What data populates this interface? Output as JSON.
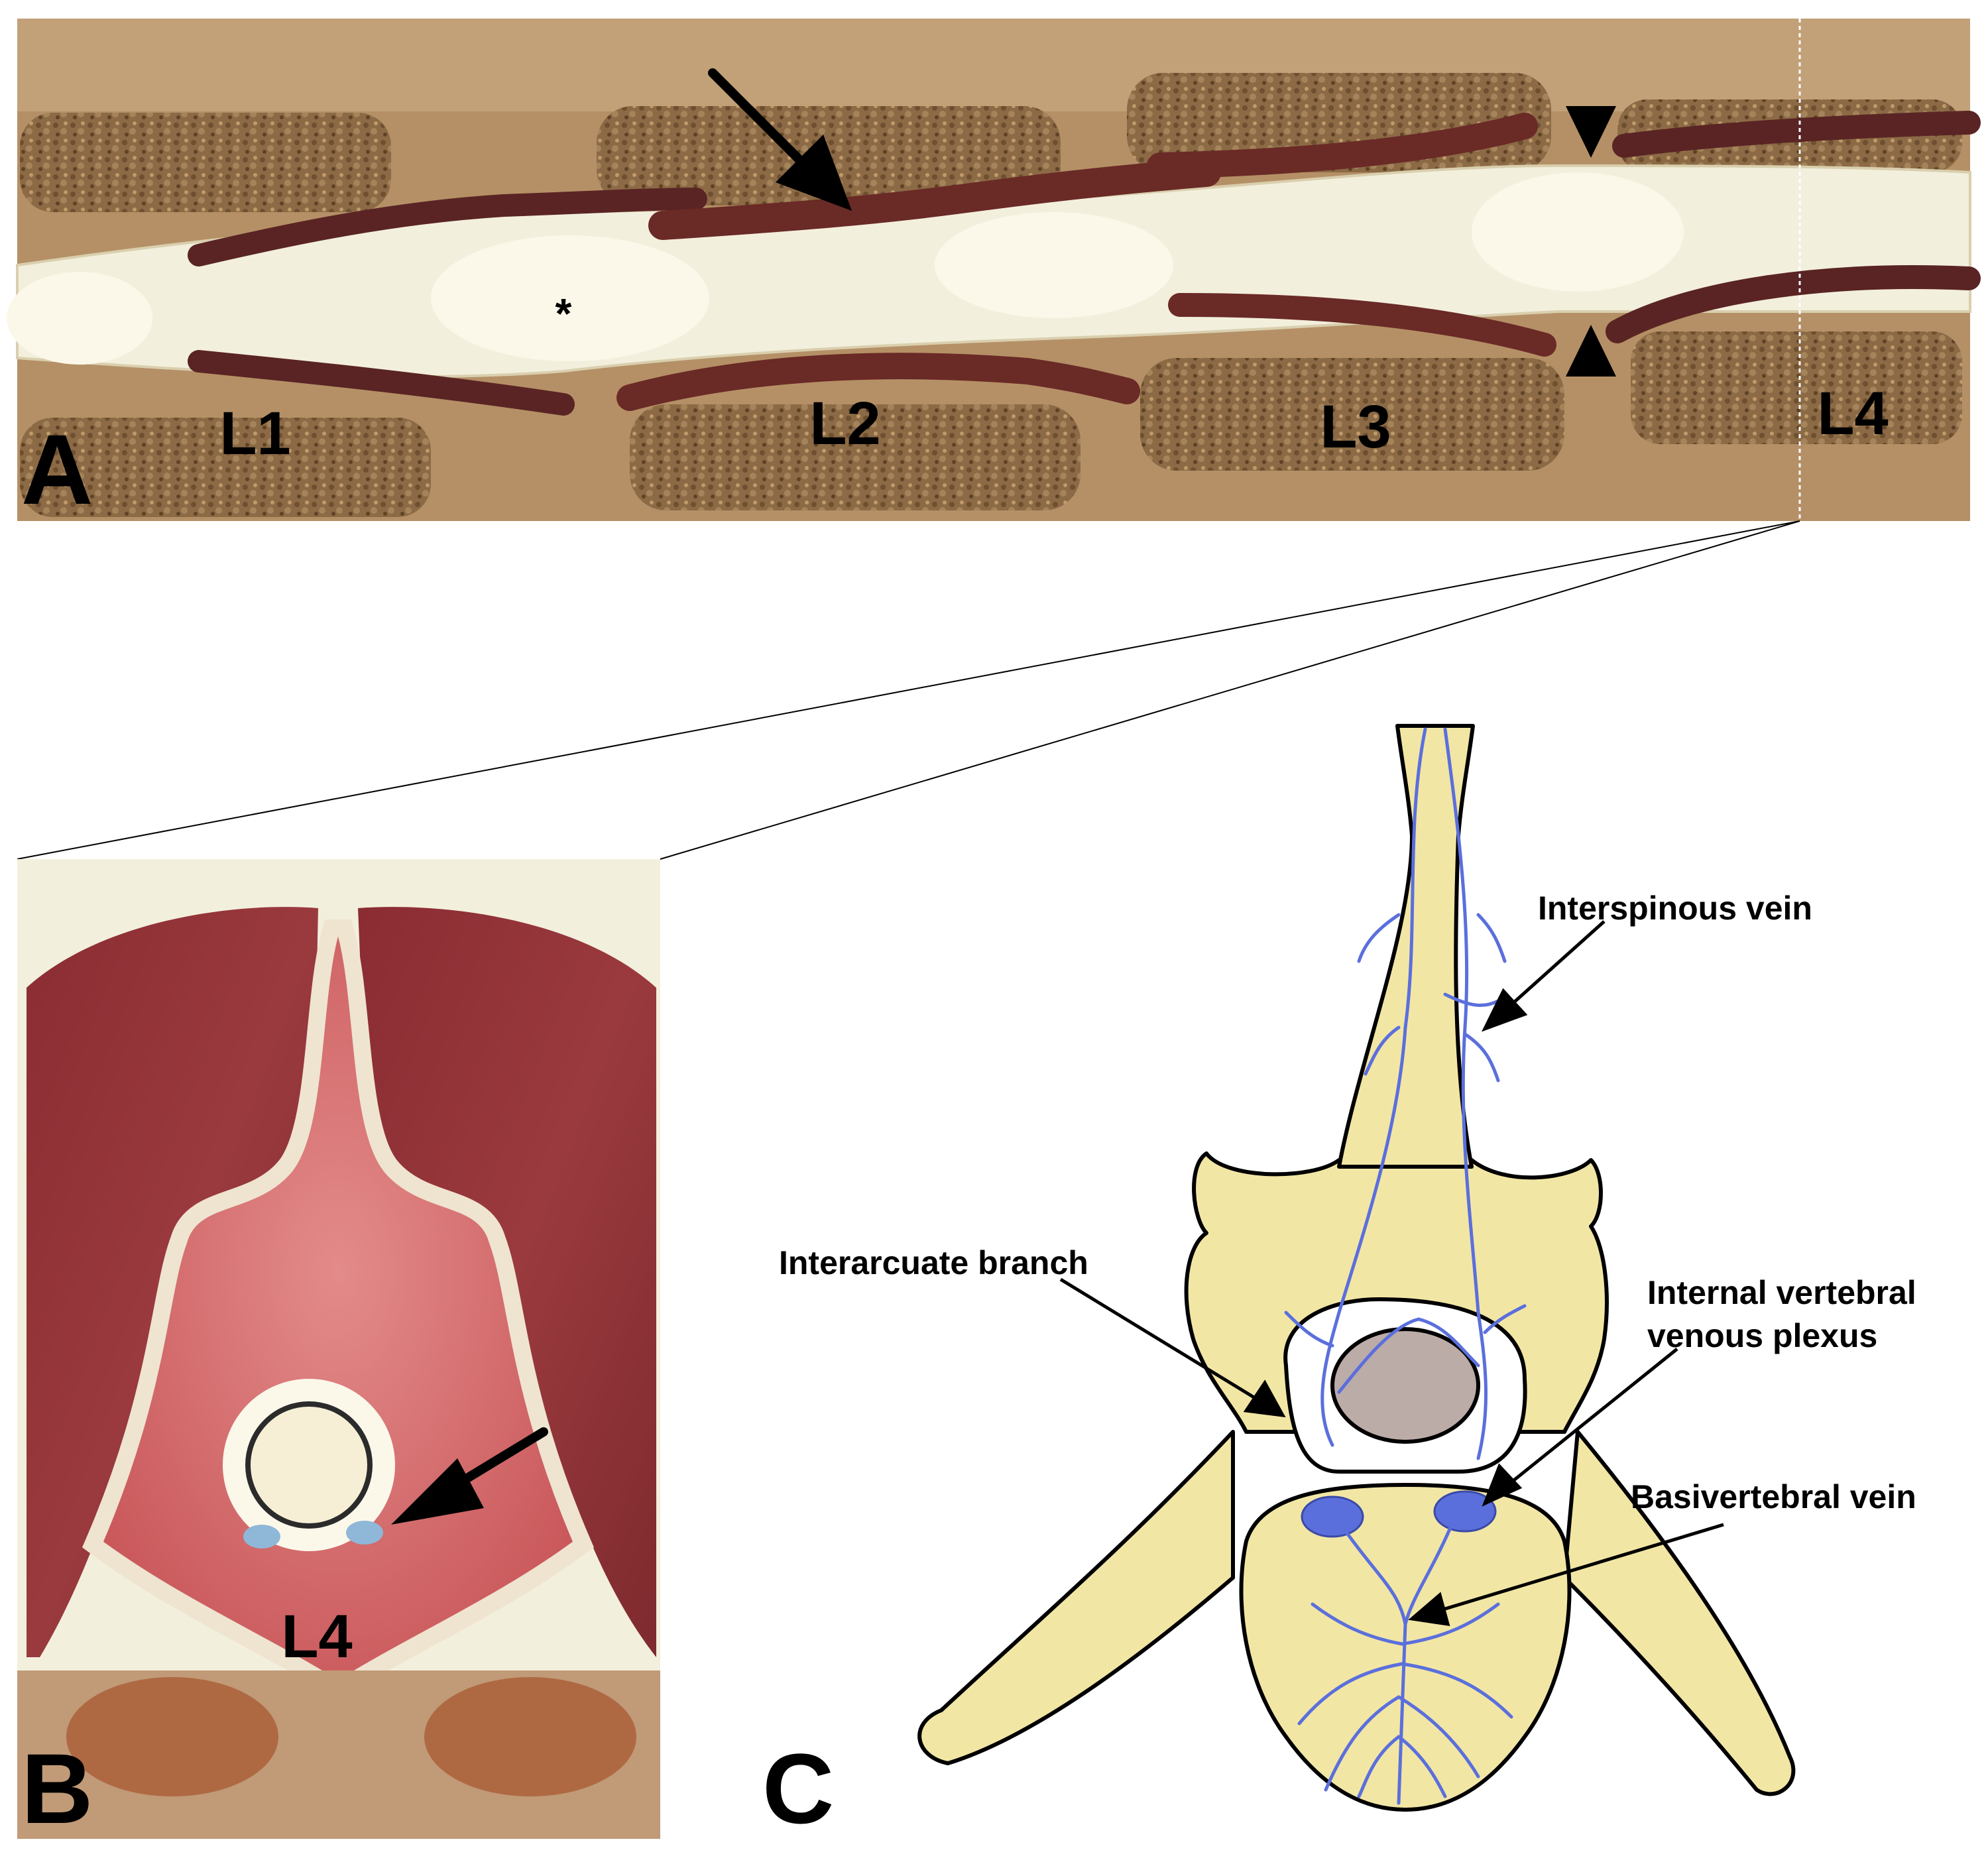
{
  "panels": {
    "a": {
      "letter": "A",
      "segments": [
        "L1",
        "L2",
        "L3",
        "L4"
      ],
      "asterisk": "*"
    },
    "b": {
      "letter": "B",
      "segment": "L4"
    },
    "c": {
      "letter": "C",
      "labels": {
        "interspinous": "Interspinous vein",
        "interarcuate": "Interarcuate branch",
        "internal_1": "Internal vertebral",
        "internal_2": "venous plexus",
        "basivertebral": "Basivertebral vein"
      }
    }
  },
  "colors": {
    "bone_fill": "#f2e6a5",
    "vein_blue": "#5b6fdc",
    "canal_grey": "#bcaca8",
    "muscle_red": "#8c2e34",
    "fat_white": "#f3efdd",
    "tissue_tan": "#b59066"
  }
}
